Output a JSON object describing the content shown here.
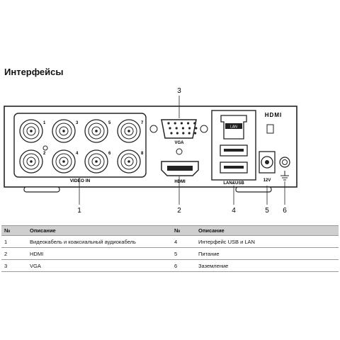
{
  "heading": "Интерфейсы",
  "panel": {
    "video_in_label": "VIDEO IN",
    "channel_numbers": [
      "1",
      "2",
      "3",
      "4",
      "5",
      "6",
      "7",
      "8"
    ],
    "vga_label": "VGA",
    "hdmi_label": "HDMI",
    "hdmi_logo": "HDMI",
    "lan_usb_label": "LAN&USB",
    "power_label": "12V",
    "lan_port_text": "LAN"
  },
  "callouts": [
    "1",
    "2",
    "3",
    "4",
    "5",
    "6"
  ],
  "table": {
    "headers": [
      "№",
      "Описание",
      "№",
      "Описание"
    ],
    "rows": [
      [
        "1",
        "Видеокабель и коаксиальный аудиокабель",
        "4",
        "Интерфейс USB и LAN"
      ],
      [
        "2",
        "HDMI",
        "5",
        "Питание"
      ],
      [
        "3",
        "VGA",
        "6",
        "Заземление"
      ]
    ]
  }
}
